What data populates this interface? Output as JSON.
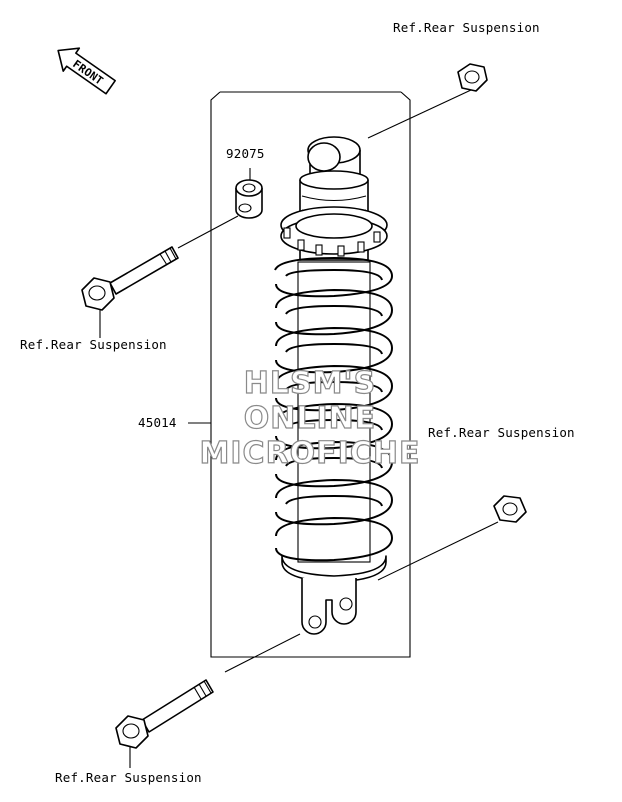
{
  "labels": {
    "ref_top_nut": "Ref.Rear Suspension",
    "part_bushing": "92075",
    "ref_upper_bolt": "Ref.Rear Suspension",
    "part_shock": "45014",
    "ref_lower_nut": "Ref.Rear Suspension",
    "ref_lower_bolt": "Ref.Rear Suspension",
    "front_arrow": "FRONT"
  },
  "watermark": {
    "line1": "HLSM'S",
    "line2": "ONLINE",
    "line3": "MICROFICHE"
  }
}
